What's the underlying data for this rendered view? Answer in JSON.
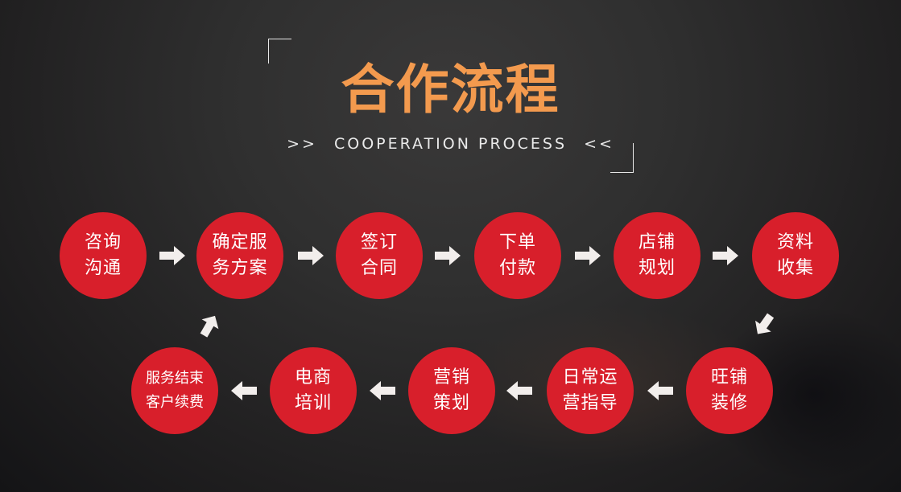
{
  "header": {
    "title": "合作流程",
    "subtitle_left": ">>",
    "subtitle": "COOPERATION PROCESS",
    "subtitle_right": "<<"
  },
  "colors": {
    "title": "#f39a4e",
    "node_fill": "#d81f2b",
    "node_text": "#ffffff",
    "arrow": "#f2eeec"
  },
  "steps": [
    {
      "line1": "咨询",
      "line2": "沟通"
    },
    {
      "line1": "确定服",
      "line2": "务方案"
    },
    {
      "line1": "签订",
      "line2": "合同"
    },
    {
      "line1": "下单",
      "line2": "付款"
    },
    {
      "line1": "店铺",
      "line2": "规划"
    },
    {
      "line1": "资料",
      "line2": "收集"
    },
    {
      "line1": "旺铺",
      "line2": "装修"
    },
    {
      "line1": "日常运",
      "line2": "营指导"
    },
    {
      "line1": "营销",
      "line2": "策划"
    },
    {
      "line1": "电商",
      "line2": "培训"
    },
    {
      "line1": "服务结束",
      "line2": "客户续费"
    }
  ]
}
